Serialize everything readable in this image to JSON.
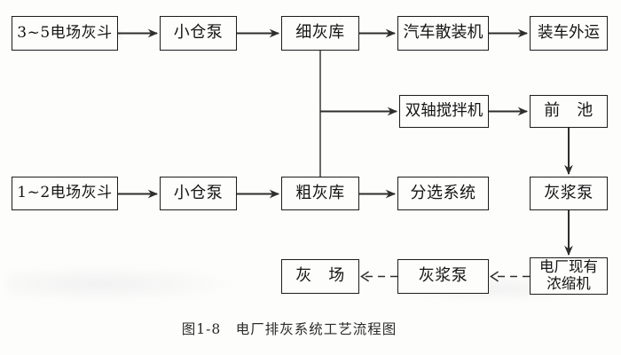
{
  "figure": {
    "caption": "图1-8　电厂排灰系统工艺流程图"
  },
  "nodes": {
    "hopper_3_5": "3~5电场灰斗",
    "bin_pump_top": "小仓泵",
    "fine_ash_silo": "细灰库",
    "truck_bulk_loader": "汽车散装机",
    "truck_transport_out": "装车外运",
    "twin_shaft_mixer": "双轴搅拌机",
    "forebay": "前　池",
    "hopper_1_2": "1~2电场灰斗",
    "bin_pump_bottom": "小仓泵",
    "coarse_ash_silo": "粗灰库",
    "sorting_system": "分选系统",
    "ash_slurry_pump_right": "灰浆泵",
    "ash_yard": "灰　场",
    "ash_slurry_pump_bottom": "灰浆泵",
    "existing_thickener": "电厂现有\n浓缩机"
  },
  "colors": {
    "background": "#fdfdfc",
    "box_border": "#1c1c1c",
    "text": "#141414",
    "arrow": "#2e2e2e"
  },
  "arrow_styles": {
    "solid": "filled-dart-head",
    "dashed": "open-v-head"
  }
}
